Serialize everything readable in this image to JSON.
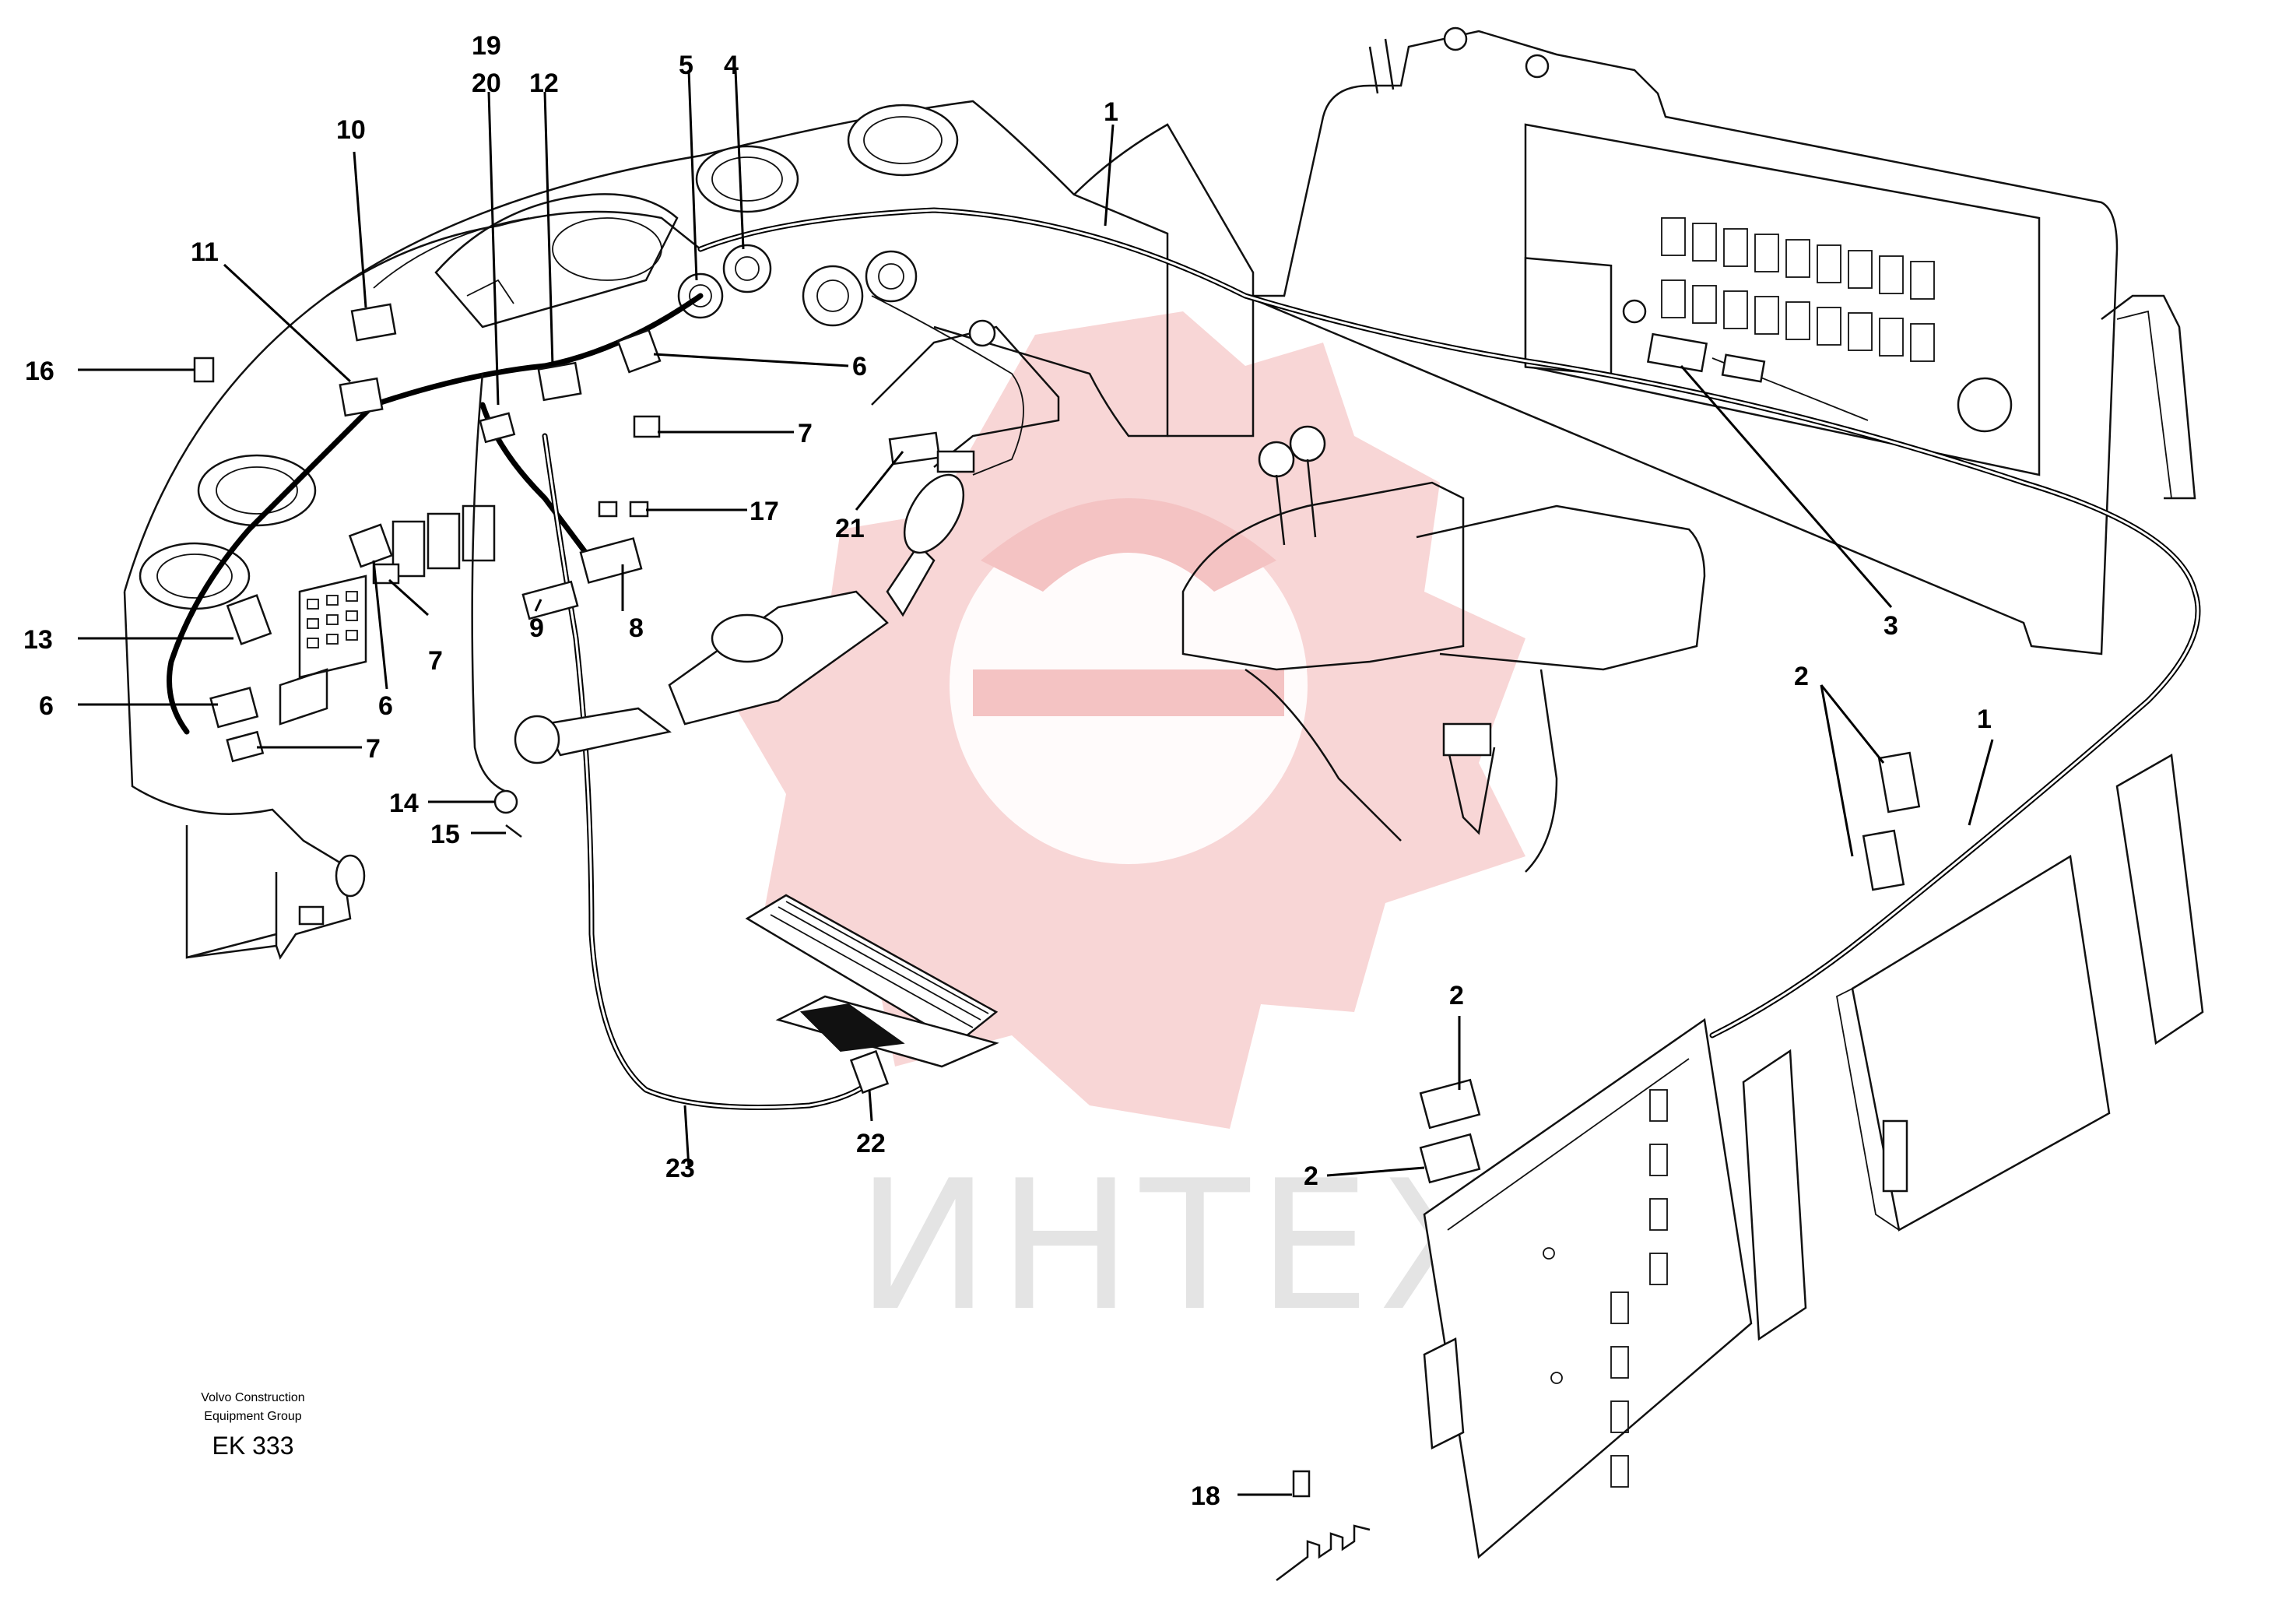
{
  "figure_code": "EK 333",
  "publisher_lines": [
    "Volvo Construction",
    "Equipment Group"
  ],
  "watermark_text": "ИНТЕХ",
  "watermark_color": "#f5c6c6",
  "watermark_text_color": "#e3e3e3",
  "callouts": {
    "c1a": "1",
    "c1b": "1",
    "c2a": "2",
    "c2b": "2",
    "c2c": "2",
    "c3": "3",
    "c4": "4",
    "c5": "5",
    "c6a": "6",
    "c6b": "6",
    "c6c": "6",
    "c7a": "7",
    "c7b": "7",
    "c7c": "7",
    "c8": "8",
    "c9": "9",
    "c10": "10",
    "c11": "11",
    "c12": "12",
    "c13": "13",
    "c14": "14",
    "c15": "15",
    "c16": "16",
    "c17": "17",
    "c18": "18",
    "c19": "19",
    "c20": "20",
    "c21": "21",
    "c22": "22",
    "c23": "23"
  }
}
